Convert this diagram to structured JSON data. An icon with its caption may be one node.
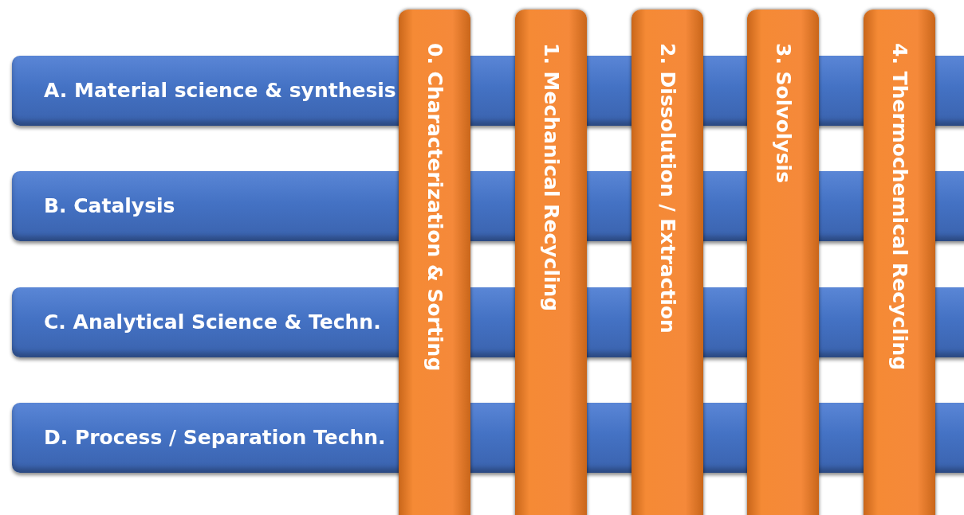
{
  "diagram": {
    "nodes": [
      {
        "text": [
          "A. Material science & synthesis"
        ]
      },
      {
        "text": [
          "B. Catalysis"
        ]
      },
      {
        "text": [
          "C. Analytical Science & Techn."
        ]
      },
      {
        "text": [
          "D. Process / Separation Techn."
        ]
      },
      {
        "text": [
          "0. Characterization & Sorting"
        ]
      },
      {
        "text": [
          "1. Mechanical Recycling"
        ]
      },
      {
        "text": [
          "2. Dissolution / Extraction"
        ]
      },
      {
        "text": [
          "3. Solvolysis"
        ]
      },
      {
        "text": [
          "4. Thermochemical Recycling"
        ]
      }
    ]
  }
}
